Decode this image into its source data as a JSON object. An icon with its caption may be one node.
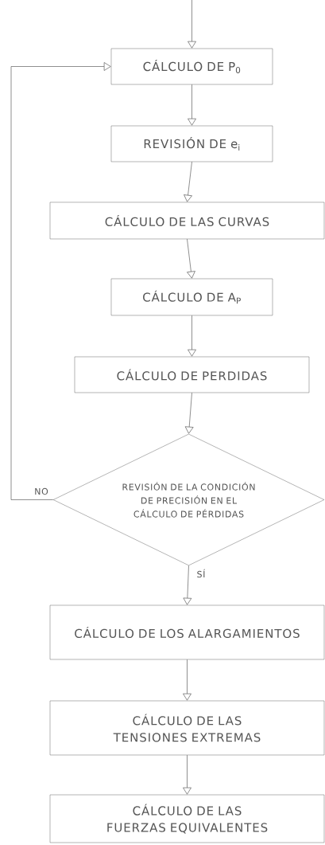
{
  "diagram": {
    "nodes": [
      {
        "text": [
          "CÁLCULO DE P$_{0}$"
        ]
      },
      {
        "text": [
          "REVISIÓN DE e$_{i}$"
        ]
      },
      {
        "text": [
          "CÁLCULO DE LAS CURVAS"
        ]
      },
      {
        "text": [
          "CÁLCULO DE A$_{P}$"
        ]
      },
      {
        "text": [
          "CÁLCULO DE PERDIDAS"
        ]
      },
      {
        "text": [
          "REVISIÓN DE LA CONDICIÓN DE PRECISIÓN EN EL CÁLCULO DE PÉRDIDAS"
        ]
      },
      {
        "text": [
          "CÁLCULO DE LOS ALARGAMIENTOS"
        ]
      },
      {
        "text": [
          "CÁLCULO DE LAS TENSIONES EXTREMAS"
        ]
      },
      {
        "text": [
          "CÁLCULO DE LAS FUERZAS EQUIVALENTES"
        ]
      }
    ],
    "edges": [
      {
        "from": null,
        "to": 0,
        "arrow": "to"
      },
      {
        "from": 0,
        "to": 1,
        "arrow": "to"
      },
      {
        "from": 1,
        "to": 2,
        "arrow": "to"
      },
      {
        "from": 2,
        "to": 3,
        "arrow": "to"
      },
      {
        "from": 3,
        "to": 4,
        "arrow": "to"
      },
      {
        "from": 4,
        "to": 5,
        "arrow": "to"
      },
      {
        "from": 5,
        "to": 0,
        "arrow": "to",
        "label": "NO"
      },
      {
        "from": 5,
        "to": 6,
        "arrow": "to",
        "label": "SÍ"
      },
      {
        "from": 6,
        "to": 7,
        "arrow": "to"
      },
      {
        "from": 7,
        "to": 8,
        "arrow": "to"
      }
    ]
  }
}
